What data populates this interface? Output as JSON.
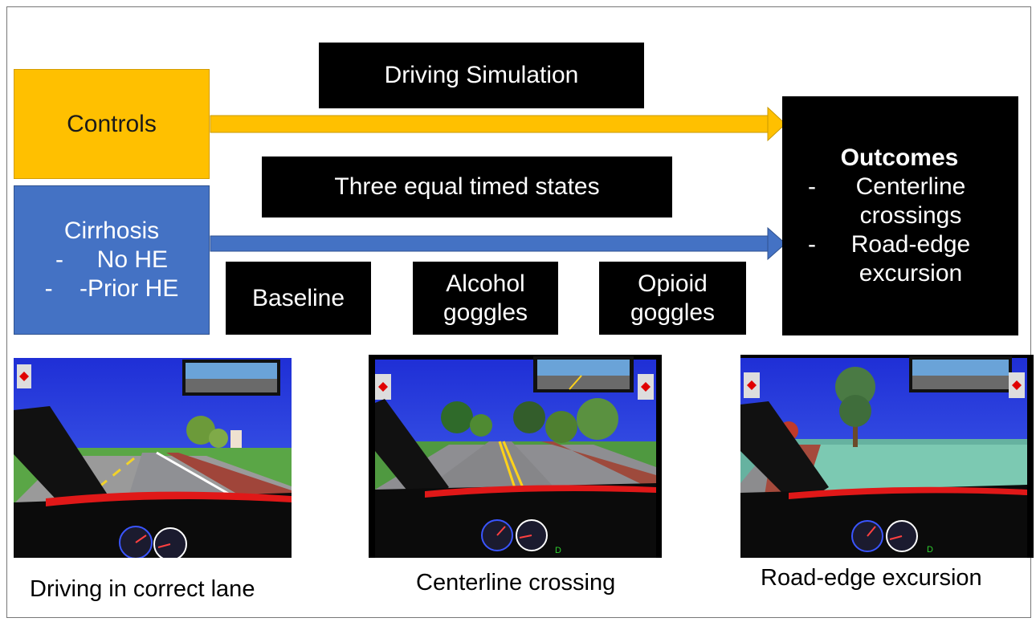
{
  "flow": {
    "controls": "Controls",
    "cirrhosis": {
      "title": "Cirrhosis",
      "items": [
        "-     No HE",
        "-    -Prior HE"
      ]
    },
    "driving_simulation": "Driving Simulation",
    "three_states": "Three equal timed states",
    "states": {
      "baseline": "Baseline",
      "alcohol": [
        "Alcohol",
        "goggles"
      ],
      "opioid": [
        "Opioid",
        "goggles"
      ]
    },
    "outcomes": {
      "title": "Outcomes",
      "items": [
        {
          "dash": "-",
          "lines": [
            "Centerline",
            "crossings"
          ]
        },
        {
          "dash": "-",
          "lines": [
            "Road-edge",
            "excursion"
          ]
        }
      ]
    },
    "arrow_color_controls": "#ffc000",
    "arrow_color_cirrhosis": "#4472c4"
  },
  "screenshots": {
    "captions": [
      "Driving in correct lane",
      "Centerline crossing",
      "Road-edge excursion"
    ],
    "gear_indicator": "D",
    "sky_color": "#2a3fe0",
    "grass_color": "#3f8f3a",
    "dash_red": "#e00000"
  }
}
